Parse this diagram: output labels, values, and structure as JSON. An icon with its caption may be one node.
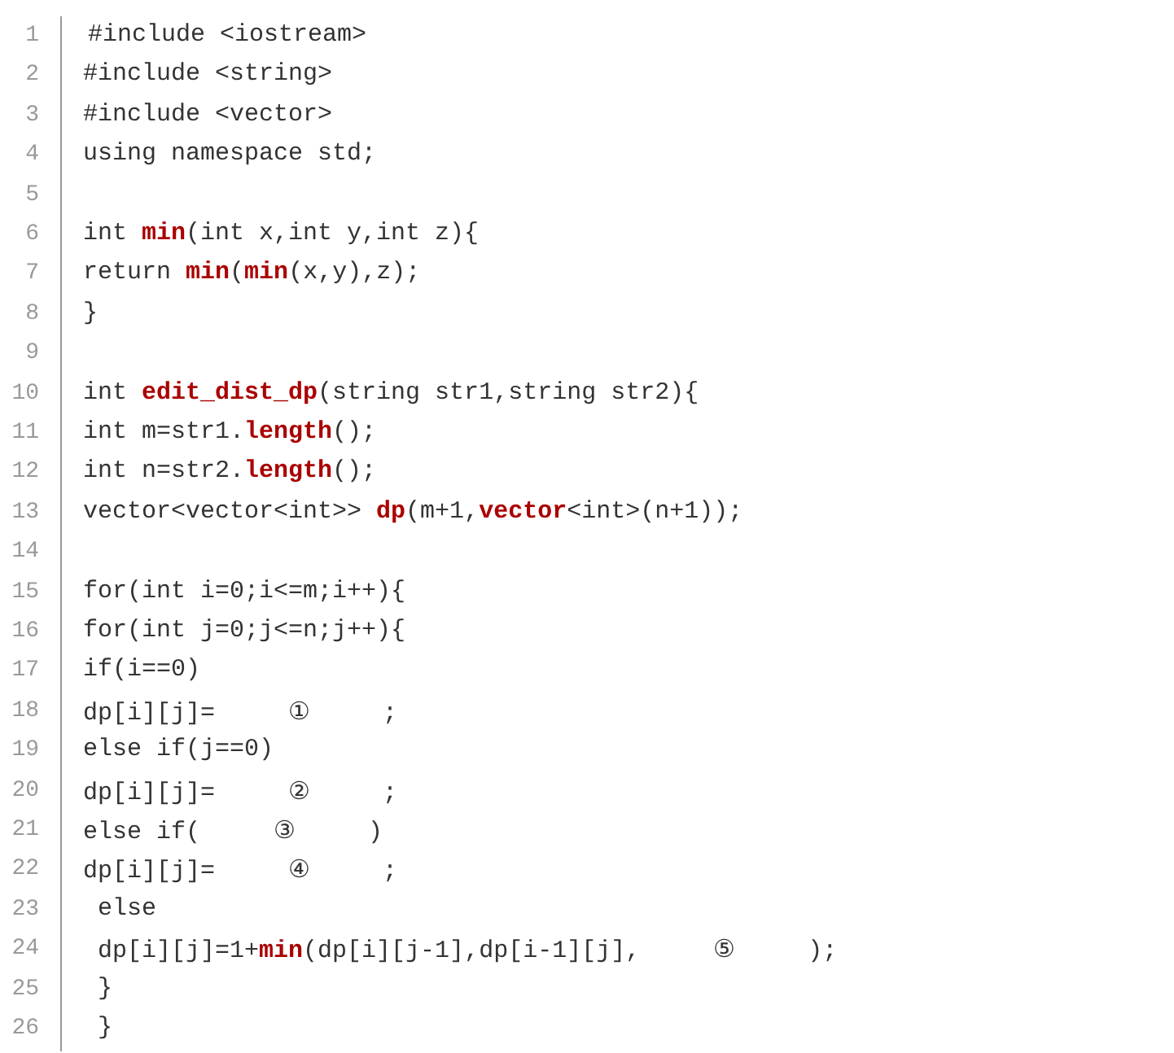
{
  "diagram": {
    "labels": [
      "1",
      "#include <iostream>",
      "2",
      "#include <string>",
      "3",
      "#include <vector>",
      "4",
      "using namespace std;",
      "5",
      "6",
      "int **min**(int x,int y,int z){",
      "7",
      "return **min**(**min**(x,y),z);",
      "8",
      "}",
      "9",
      "10",
      "int **edit_dist_dp**(string str1,string str2){",
      "11",
      "int m=str1.**length**();",
      "12",
      "int n=str2.**length**();",
      "13",
      "vector<vector<int>> **dp**(m+1,**vector**<int>(n+1));",
      "14",
      "15",
      "for(int i=0;i<=m;i++){",
      "16",
      "for(int j=0;j<=n;j++){",
      "17",
      "if(i==0)",
      "18",
      "dp[i][j]=     ①     ;",
      "19",
      "else if(j==0)",
      "20",
      "dp[i][j]=     ②     ;",
      "21",
      "else if(     ③     )",
      "22",
      "dp[i][j]=     ④     ;",
      "23",
      "else",
      "24",
      "dp[i][j]=1+**min**(dp[i][j-1],dp[i-1][j],     ⑤     );",
      "25",
      "}",
      "26",
      "}"
    ]
  }
}
